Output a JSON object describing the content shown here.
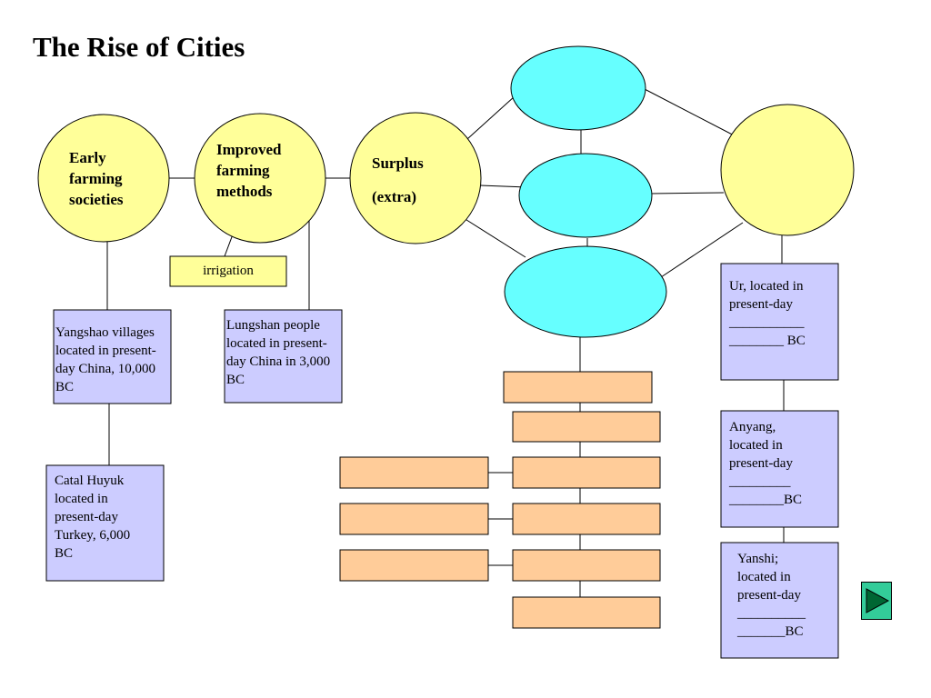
{
  "slide": {
    "title": "The Rise of Cities"
  },
  "nodes": {
    "early": {
      "line1": "Early",
      "line2": "farming",
      "line3": "societies"
    },
    "improved": {
      "line1": "Improved",
      "line2": "farming",
      "line3": "methods"
    },
    "surplus": {
      "line1": "Surplus",
      "line2": "(extra)"
    },
    "irrigation": "irrigation"
  },
  "boxes": {
    "yangshao": [
      "Yangshao villages",
      "located in present-",
      "day China, 10,000",
      "BC"
    ],
    "catal": [
      "Catal Huyuk",
      "located in",
      "present-day",
      "Turkey, 6,000",
      "BC"
    ],
    "lungshan": [
      "Lungshan people",
      "located in present-",
      "day China in 3,000",
      "BC"
    ],
    "ur": [
      "Ur, located in",
      "present-day",
      "___________",
      "________ BC"
    ],
    "anyang": [
      "Anyang,",
      "located in",
      "present-day",
      "_________",
      "________BC"
    ],
    "yanshi": [
      "Yanshi;",
      "located in",
      "present-day",
      "__________",
      "_______BC"
    ]
  },
  "colors": {
    "yellow_fill": "#FFFF99",
    "cyan_fill": "#66FFFF",
    "lavender_fill": "#CCCCFF",
    "peach_fill": "#FFCC99",
    "button_fill": "#33CC99",
    "button_arrow": "#006633"
  },
  "icons": {
    "next_button": "play-arrow-icon"
  }
}
